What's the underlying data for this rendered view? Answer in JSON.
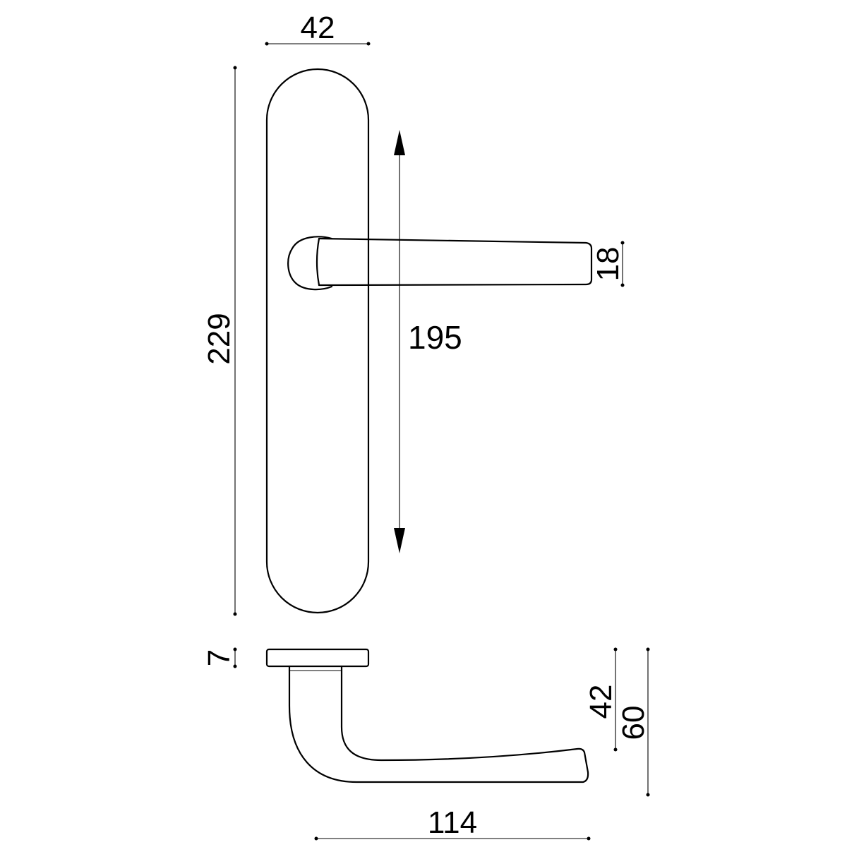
{
  "drawing": {
    "dimensions": {
      "plate_width": "42",
      "plate_height": "229",
      "center_distance": "195",
      "lever_diameter": "18",
      "rose_thickness": "7",
      "lever_projection": "42",
      "overall_projection": "60",
      "lever_length": "114"
    },
    "colors": {
      "line": "#000000",
      "background": "#ffffff"
    }
  }
}
